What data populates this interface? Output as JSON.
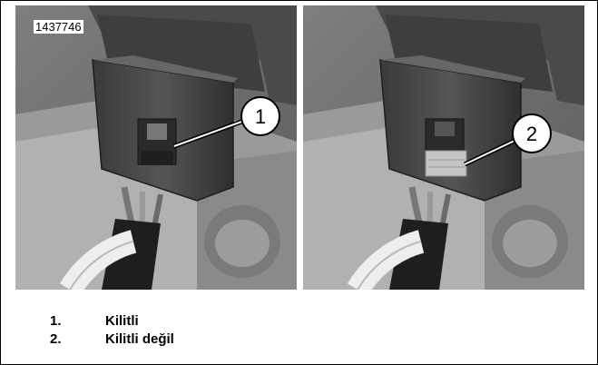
{
  "figure": {
    "id": "1437746",
    "panels": [
      {
        "callout": "1",
        "state": "locked"
      },
      {
        "callout": "2",
        "state": "unlocked"
      }
    ]
  },
  "legend": [
    {
      "num": "1.",
      "text": "Kilitli"
    },
    {
      "num": "2.",
      "text": "Kilitli değil"
    }
  ]
}
